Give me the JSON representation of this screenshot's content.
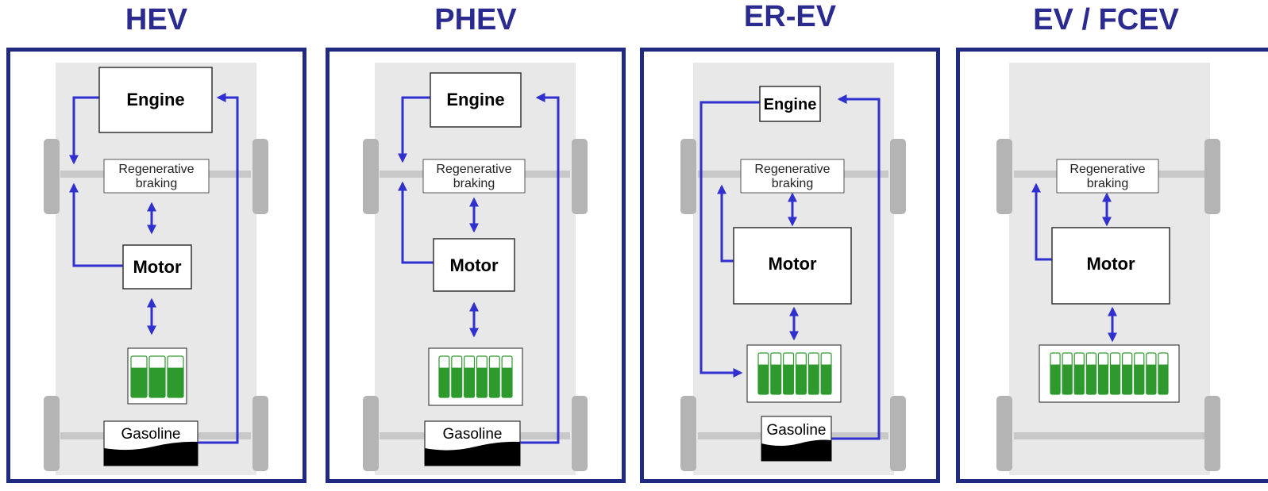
{
  "colors": {
    "title": "#2b2b8f",
    "frame": "#1f2a80",
    "flow_arrow": "#3030d0",
    "chassis": "#e8e8e8",
    "wheel": "#b4b4b4",
    "battery_cell": "#2e9a2e"
  },
  "labels": {
    "engine": "Engine",
    "motor": "Motor",
    "regen_line1": "Regenerative",
    "regen_line2": "braking",
    "gasoline": "Gasoline"
  },
  "panels": [
    {
      "id": "hev",
      "title": "HEV",
      "battery_cells": 3,
      "has_engine": true,
      "has_gasoline": true
    },
    {
      "id": "phev",
      "title": "PHEV",
      "battery_cells": 6,
      "has_engine": true,
      "has_gasoline": true
    },
    {
      "id": "erev",
      "title": "ER-EV",
      "battery_cells": 6,
      "has_engine": true,
      "has_gasoline": true
    },
    {
      "id": "ev",
      "title": "EV / FCEV",
      "battery_cells": 10,
      "has_engine": false,
      "has_gasoline": false
    }
  ]
}
